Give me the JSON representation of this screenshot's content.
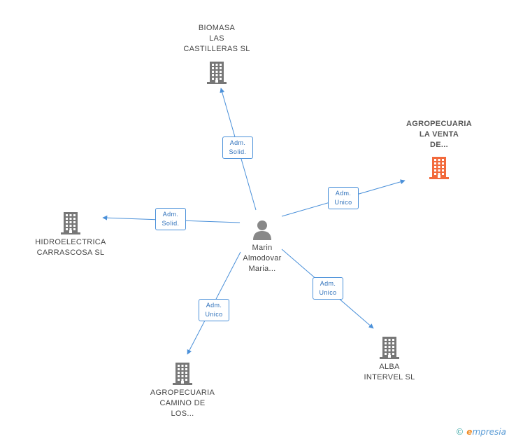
{
  "colors": {
    "edge": "#4a90d9",
    "building": "#777777",
    "building_highlight": "#f26a3c",
    "person": "#888888"
  },
  "center": {
    "name": "Marin\nAlmodovar\nMaria...",
    "icon": "person-icon"
  },
  "companies": [
    {
      "id": "biomasa",
      "name": "BIOMASA\nLAS\nCASTILLERAS SL",
      "icon": "building-icon",
      "highlight": false
    },
    {
      "id": "agropecuaria-venta",
      "name": "AGROPECUARIA\nLA VENTA\nDE...",
      "icon": "building-icon",
      "highlight": true
    },
    {
      "id": "hidroelectrica",
      "name": "HIDROELECTRICA\nCARRASCOSA SL",
      "icon": "building-icon",
      "highlight": false
    },
    {
      "id": "alba",
      "name": "ALBA\nINTERVEL SL",
      "icon": "building-icon",
      "highlight": false
    },
    {
      "id": "agropecuaria-camino",
      "name": "AGROPECUARIA\nCAMINO DE\nLOS...",
      "icon": "building-icon",
      "highlight": false
    }
  ],
  "relations": [
    {
      "target": "biomasa",
      "line1": "Adm.",
      "line2": "Solid."
    },
    {
      "target": "agropecuaria-venta",
      "line1": "Adm.",
      "line2": "Unico"
    },
    {
      "target": "hidroelectrica",
      "line1": "Adm.",
      "line2": "Solid."
    },
    {
      "target": "alba",
      "line1": "Adm.",
      "line2": "Unico"
    },
    {
      "target": "agropecuaria-camino",
      "line1": "Adm.",
      "line2": "Unico"
    }
  ],
  "footer": {
    "copyright": "©",
    "brand_initial": "e",
    "brand_rest": "mpresia"
  }
}
